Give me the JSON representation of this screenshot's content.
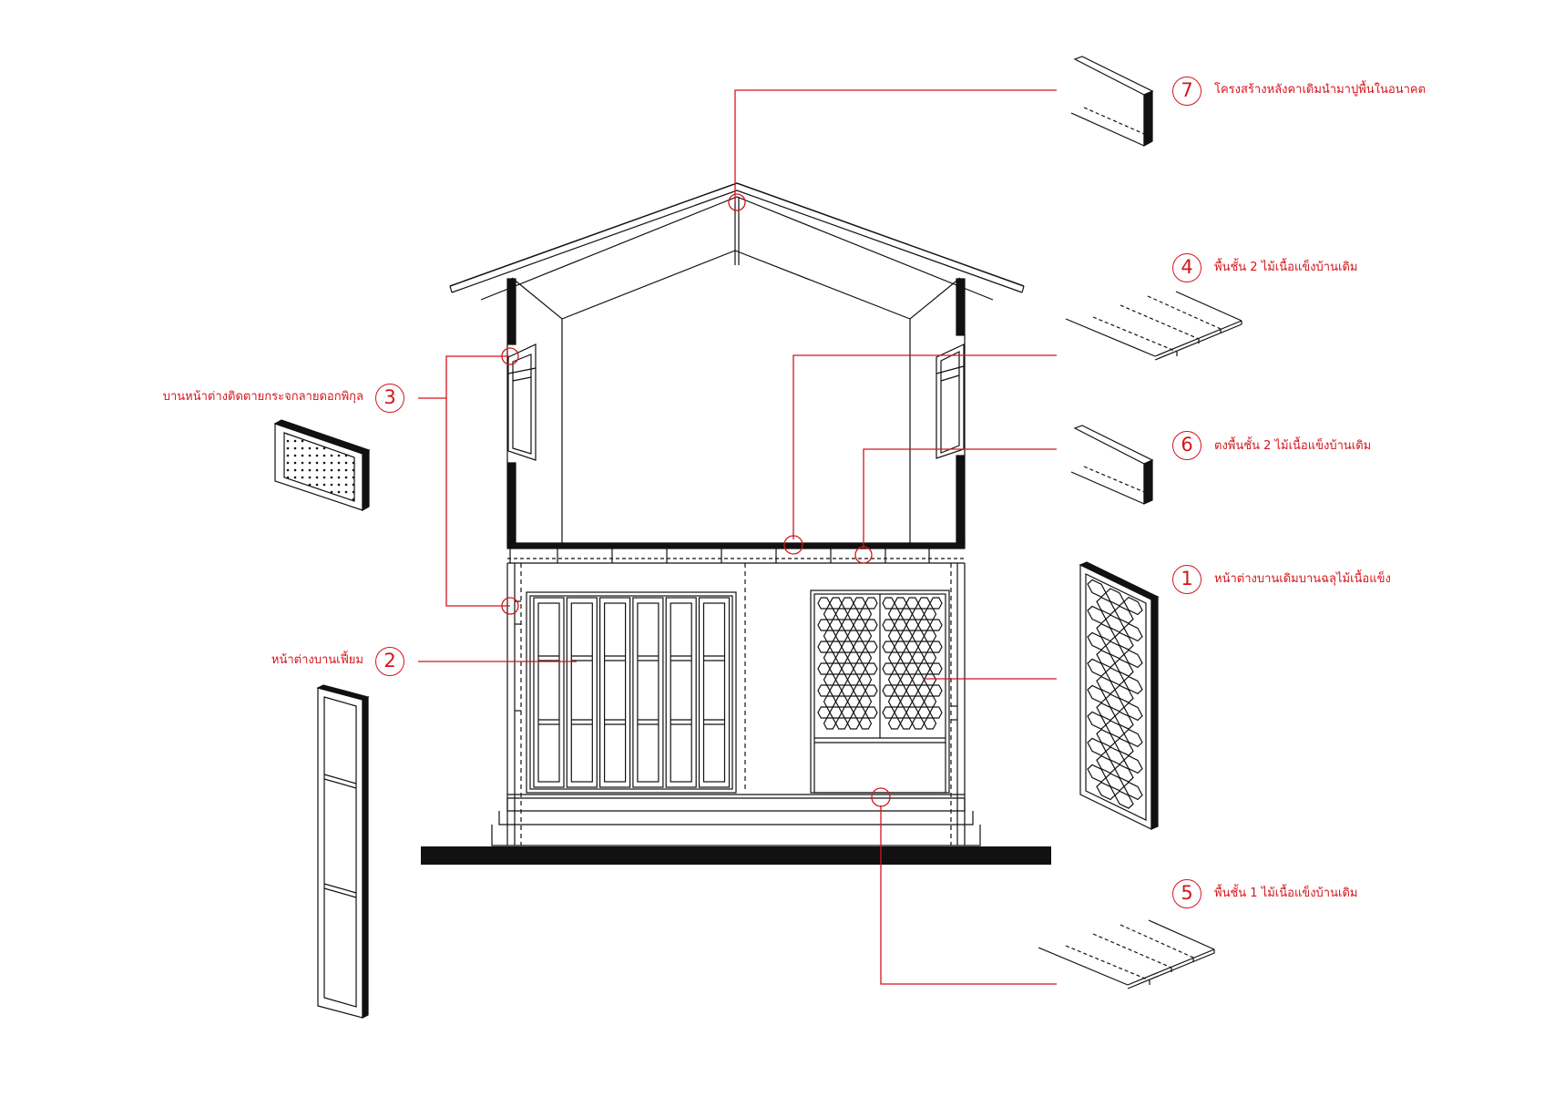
{
  "colors": {
    "accent": "#d4151c",
    "line": "#111111",
    "background": "#ffffff"
  },
  "callouts": [
    {
      "num": "1",
      "label": "หน้าต่างบานเดิมบานฉลุไม้เนื้อแข็ง"
    },
    {
      "num": "2",
      "label": "หน้าต่างบานเฟี้ยม"
    },
    {
      "num": "3",
      "label": "บานหน้าต่างติดตายกระจกลายดอกพิกุล"
    },
    {
      "num": "4",
      "label": "พื้นชั้น 2 ไม้เนื้อแข็งบ้านเดิม"
    },
    {
      "num": "5",
      "label": "พื้นชั้น 1 ไม้เนื้อแข็งบ้านเดิม"
    },
    {
      "num": "6",
      "label": "ตงพื้นชั้น 2 ไม้เนื้อแข็งบ้านเดิม"
    },
    {
      "num": "7",
      "label": "โครงสร้างหลังคาเดิมนำมาปูพื้นในอนาคต"
    }
  ]
}
